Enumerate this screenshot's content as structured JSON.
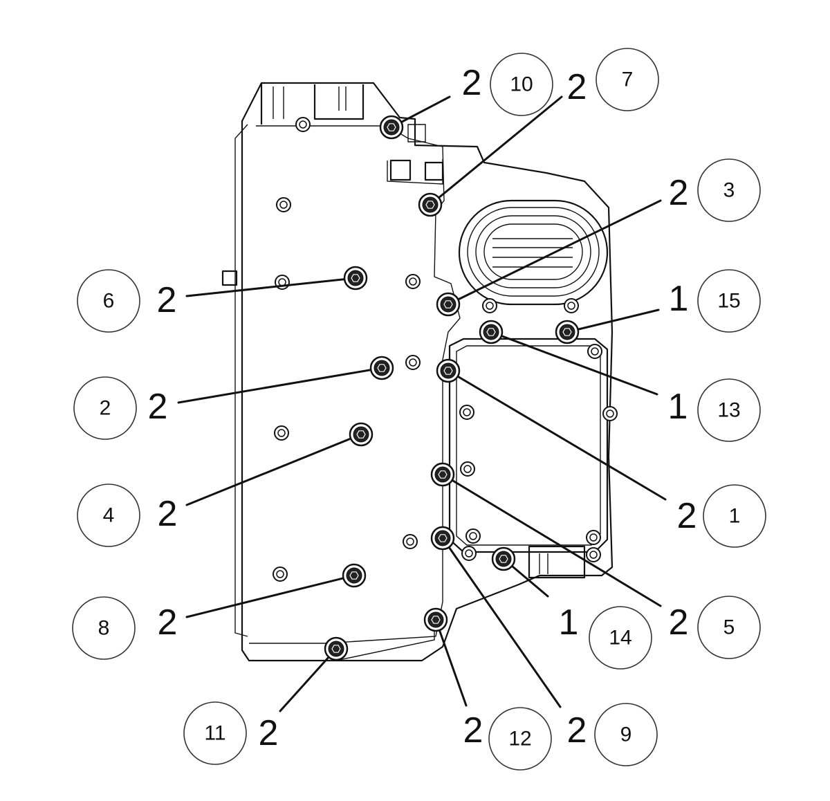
{
  "callouts": [
    {
      "seq": "10",
      "pass": "2"
    },
    {
      "seq": "7",
      "pass": "2"
    },
    {
      "seq": "3",
      "pass": "2"
    },
    {
      "seq": "6",
      "pass": "2"
    },
    {
      "seq": "15",
      "pass": "1"
    },
    {
      "seq": "2",
      "pass": "2"
    },
    {
      "seq": "13",
      "pass": "1"
    },
    {
      "seq": "4",
      "pass": "2"
    },
    {
      "seq": "1",
      "pass": "2"
    },
    {
      "seq": "8",
      "pass": "2"
    },
    {
      "seq": "14",
      "pass": "1"
    },
    {
      "seq": "5",
      "pass": "2"
    },
    {
      "seq": "11",
      "pass": "2"
    },
    {
      "seq": "12",
      "pass": "2"
    },
    {
      "seq": "9",
      "pass": "2"
    }
  ]
}
